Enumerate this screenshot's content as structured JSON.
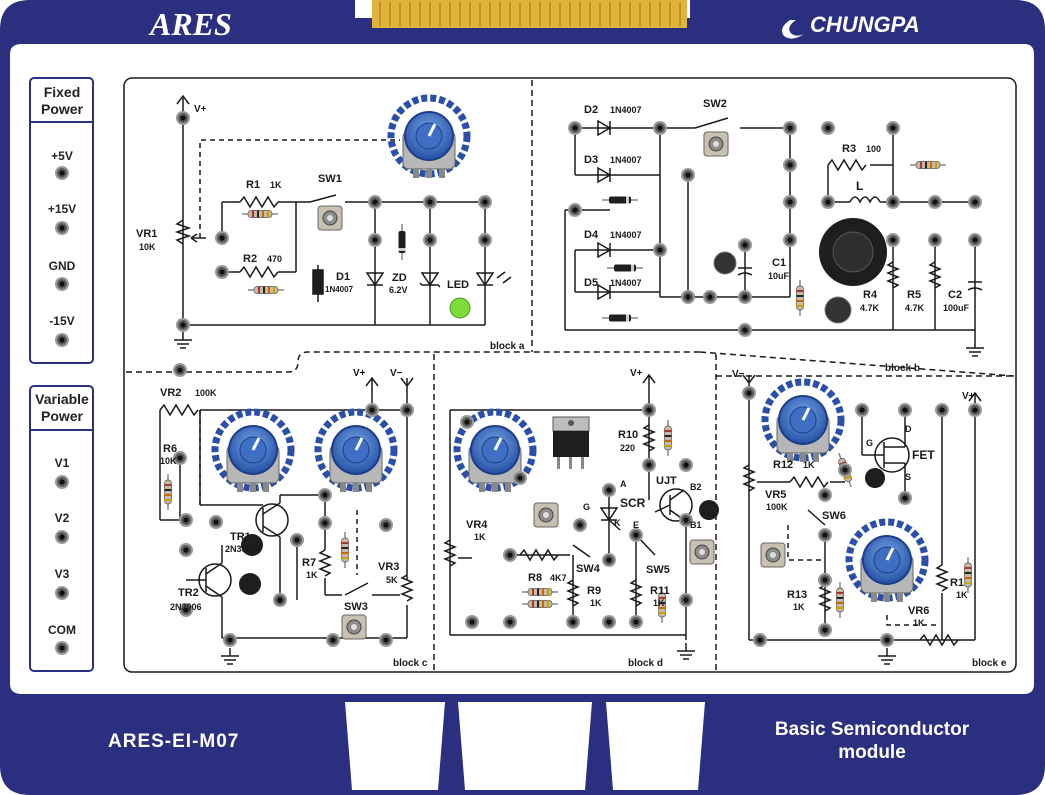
{
  "header": {
    "brand_left": "ARES",
    "brand_right": "CHUNGPA"
  },
  "footer": {
    "model": "ARES-EI-M07",
    "title_line1": "Basic Semiconductor",
    "title_line2": "module"
  },
  "fixed_power": {
    "title_line1": "Fixed",
    "title_line2": "Power",
    "items": [
      "+5V",
      "+15V",
      "GND",
      "-15V"
    ]
  },
  "variable_power": {
    "title_line1": "Variable",
    "title_line2": "Power",
    "items": [
      "V1",
      "V2",
      "V3",
      "COM"
    ]
  },
  "blocks": {
    "a": "block a",
    "b": "block b",
    "c": "block c",
    "d": "block d",
    "e": "block e"
  },
  "labels": {
    "vplus": "V+",
    "vminus": "V−",
    "vr1": "VR1",
    "vr1_val": "10K",
    "r1": "R1",
    "r1_val": "1K",
    "r2": "R2",
    "r2_val": "470",
    "sw1": "SW1",
    "d1": "D1",
    "d1_val": "1N4007",
    "zd": "ZD",
    "zd_val": "6.2V",
    "led": "LED",
    "d2": "D2",
    "d3": "D3",
    "d4": "D4",
    "d5": "D5",
    "diode_val": "1N4007",
    "sw2": "SW2",
    "r3": "R3",
    "r3_val": "100",
    "l": "L",
    "c1": "C1",
    "c1_val": "10uF",
    "r4": "R4",
    "r4_val": "4.7K",
    "r5": "R5",
    "r5_val": "4.7K",
    "c2": "C2",
    "c2_val": "100uF",
    "vr2": "VR2",
    "vr2_val": "100K",
    "r6": "R6",
    "r6_val": "10K",
    "tr1": "TR1",
    "tr1_val": "2N3904",
    "tr2": "TR2",
    "tr2_val": "2N3906",
    "r7": "R7",
    "r7_val": "1K",
    "vr3": "VR3",
    "vr3_val": "5K",
    "sw3": "SW3",
    "r10": "R10",
    "r10_val": "220",
    "scr": "SCR",
    "scr_a": "A",
    "scr_g": "G",
    "scr_k": "K",
    "ujt": "UJT",
    "ujt_b2": "B2",
    "ujt_b1": "B1",
    "ujt_e": "E",
    "vr4": "VR4",
    "vr4_val": "1K",
    "sw4": "SW4",
    "r8": "R8",
    "r8_val": "4K7",
    "r9": "R9",
    "r9_val": "1K",
    "sw5": "SW5",
    "r11": "R11",
    "r11_val": "1K",
    "r12": "R12",
    "r12_val": "1K",
    "vr5": "VR5",
    "vr5_val": "100K",
    "sw6": "SW6",
    "fet": "FET",
    "fet_g": "G",
    "fet_d": "D",
    "fet_s": "S",
    "r13": "R13",
    "r13_val": "1K",
    "vr6": "VR6",
    "vr6_val": "1K",
    "r1e": "R1",
    "r1e_val": "1K"
  },
  "colors": {
    "navy": "#2a2f7f",
    "panel": "#ffffff",
    "knob": "#2f5fb3",
    "trace": "#1a1a1a",
    "led": "#7ddc3a"
  }
}
